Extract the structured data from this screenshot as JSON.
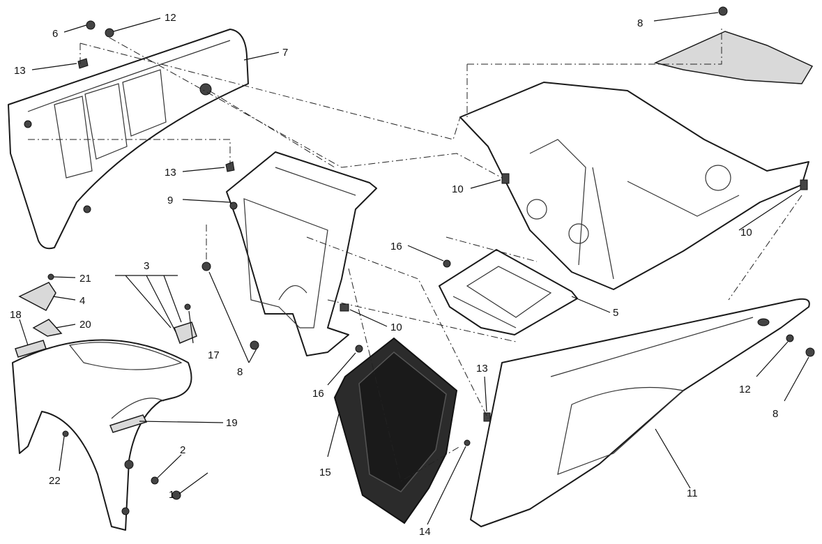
{
  "callouts": [
    {
      "id": "c1",
      "label": "1"
    },
    {
      "id": "c2",
      "label": "2"
    },
    {
      "id": "c3",
      "label": "3"
    },
    {
      "id": "c4",
      "label": "4"
    },
    {
      "id": "c5",
      "label": "5"
    },
    {
      "id": "c6",
      "label": "6"
    },
    {
      "id": "c7",
      "label": "7"
    },
    {
      "id": "c8a",
      "label": "8"
    },
    {
      "id": "c8b",
      "label": "8"
    },
    {
      "id": "c8c",
      "label": "8"
    },
    {
      "id": "c9",
      "label": "9"
    },
    {
      "id": "c10a",
      "label": "10"
    },
    {
      "id": "c10b",
      "label": "10"
    },
    {
      "id": "c10c",
      "label": "10"
    },
    {
      "id": "c11",
      "label": "11"
    },
    {
      "id": "c12a",
      "label": "12"
    },
    {
      "id": "c12b",
      "label": "12"
    },
    {
      "id": "c13a",
      "label": "13"
    },
    {
      "id": "c13b",
      "label": "13"
    },
    {
      "id": "c13c",
      "label": "13"
    },
    {
      "id": "c14",
      "label": "14"
    },
    {
      "id": "c15",
      "label": "15"
    },
    {
      "id": "c16a",
      "label": "16"
    },
    {
      "id": "c16b",
      "label": "16"
    },
    {
      "id": "c17",
      "label": "17"
    },
    {
      "id": "c18",
      "label": "18"
    },
    {
      "id": "c19",
      "label": "19"
    },
    {
      "id": "c20",
      "label": "20"
    },
    {
      "id": "c21",
      "label": "21"
    },
    {
      "id": "c22",
      "label": "22"
    }
  ]
}
